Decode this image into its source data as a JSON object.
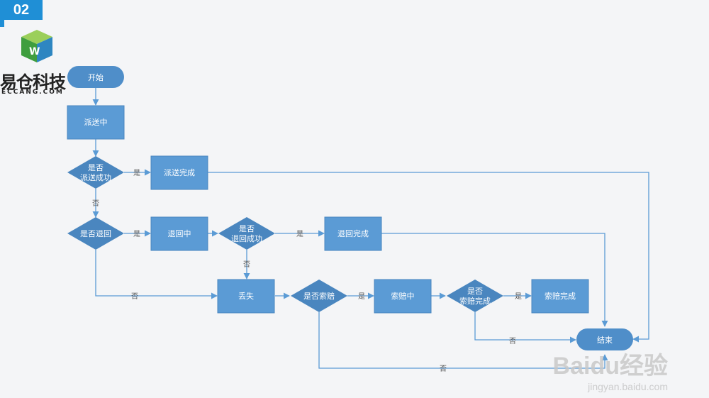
{
  "slide": {
    "number": "02"
  },
  "logo": {
    "name": "易仓科技",
    "domain": "ECCANG.COM"
  },
  "colors": {
    "node": "#5b9bd5",
    "node_dark": "#4a86bf",
    "edge": "#5b9bd5",
    "accent": "#1f8fd6"
  },
  "nodes": {
    "start": "开始",
    "dispatching": "派送中",
    "dispatch_success_q_1": "是否",
    "dispatch_success_q_2": "派送成功",
    "dispatch_complete": "派送完成",
    "is_return_q": "是否退回",
    "returning": "退回中",
    "return_success_q_1": "是否",
    "return_success_q_2": "退回成功",
    "return_complete": "退回完成",
    "lost": "丢失",
    "claim_q": "是否索赔",
    "claiming": "索赔中",
    "claim_done_q_1": "是否",
    "claim_done_q_2": "索赔完成",
    "claim_complete": "索赔完成",
    "end": "结束"
  },
  "labels": {
    "yes": "是",
    "no": "否"
  },
  "watermark": {
    "brand": "Baidu经验",
    "url": "jingyan.baidu.com"
  }
}
